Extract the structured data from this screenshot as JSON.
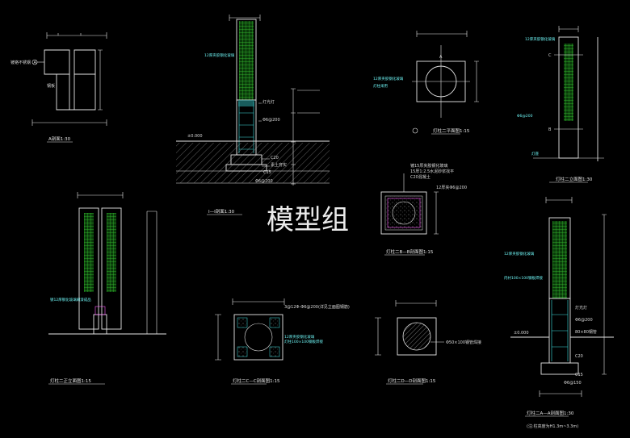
{
  "watermark": "模型组",
  "palette": {
    "background": "#000000",
    "line": "#e6e6e6",
    "dimension": "#3ee0e0",
    "accent": "#ff60ff",
    "infill": "#39c831"
  },
  "views": {
    "a": {
      "caption": "A剖面1:30",
      "note": "镀铬不锈钢",
      "marker": "A",
      "note2": "钢板"
    },
    "one": {
      "caption": "I—I剖面1:30",
      "top_note": "12厚夹胶钢化玻璃",
      "level": "±0.000",
      "labels": [
        "灯光灯",
        "Φ6@200",
        "C20",
        "素土夯实",
        "C15",
        "Φ6@200"
      ]
    },
    "plan": {
      "caption": "灯柱二平面图1:15",
      "marker": "A",
      "labels": [
        "12厚夹胶钢化玻璃",
        "灯柱采用"
      ]
    },
    "elev": {
      "caption": "灯柱二立面图1:30",
      "labels": [
        "12厚夹胶钢化玻璃",
        "Φ6@200",
        "灯座"
      ],
      "markers": [
        "C",
        "B"
      ]
    },
    "b": {
      "caption": "灯柱二B—B剖面图1:15",
      "labels": [
        "镀15厚夹胶钢化玻璃",
        "15厚1:2.5水泥砂浆找平",
        "C20混凝土",
        "12厚夹Φ6@200"
      ]
    },
    "front": {
      "caption": "灯柱二正立面图1:15",
      "labels": [
        "镀12厚钢化玻璃刷漆成品"
      ]
    },
    "cc": {
      "caption": "灯柱二C—C剖面图1:15",
      "labels": [
        "3@12Φ-Φ6@200(详见立面图钢筋)",
        "12厚夹胶钢化玻璃",
        "灯柱100×100钢板焊接"
      ]
    },
    "dd": {
      "caption": "灯柱二D—D剖面图1:15",
      "labels": [
        "Φ50×100钢管焊接"
      ]
    },
    "aa": {
      "caption": "灯柱二A—A剖面图1:30",
      "note": "(注:柱高度为H1.3m~3.3m)",
      "labels": [
        "12厚夹胶钢化玻璃",
        "内衬100×100钢板焊接",
        "灯光灯",
        "±0.000",
        "Φ6@200",
        "80×80钢管",
        "C20",
        "C15",
        "Φ6@150"
      ]
    }
  }
}
